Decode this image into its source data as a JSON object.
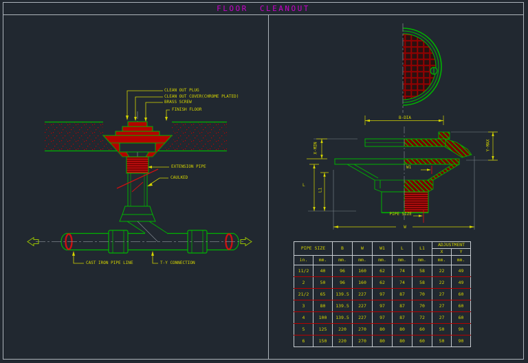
{
  "title": "FLOOR  CLEANOUT",
  "colors": {
    "background": "#212830",
    "line_green": "#00b400",
    "hatch_red": "#c00000",
    "annotation_yellow": "#d6d600",
    "title_magenta": "#cc00cc",
    "border_gray": "#c8cdd2",
    "centerline_gray": "#7d858c"
  },
  "section_view": {
    "callouts": {
      "clean_out_plug": "CLEAN OUT PLUG",
      "clean_out_cover": "CLEAN OUT COVER(CHROME PLATED)",
      "brass_screw": "BRASS SCREW",
      "finish_floor": "FINISH FLOOR",
      "extension_pipe": "EXTENSION PIPE",
      "caulked": "CAULKED",
      "cast_iron_pipe_line": "CAST IRON PIPE LINE",
      "t_y_connection": "T-Y CONNECTION"
    }
  },
  "detail_view": {
    "dimensions": {
      "b_dia": "B-DIA",
      "y_max": "Y-MAX",
      "x_min": "X-MIN",
      "l": "L",
      "l1": "L1",
      "w1": "W1",
      "pipe_size": "PIPE SIZE",
      "w": "W"
    }
  },
  "table": {
    "header": {
      "pipe_size": "PIPE SIZE",
      "b": "B",
      "w": "W",
      "w1": "W1",
      "l": "L",
      "l1": "L1",
      "adjustment": "ADJUSTMENT",
      "x": "X",
      "y": "Y"
    },
    "units": [
      "in.",
      "mm.",
      "mm.",
      "mm.",
      "mm.",
      "mm.",
      "mm.",
      "mm.",
      "mm."
    ],
    "rows": [
      [
        "11/2",
        "40",
        "96",
        "160",
        "62",
        "74",
        "58",
        "22",
        "49"
      ],
      [
        "2",
        "50",
        "96",
        "160",
        "62",
        "74",
        "58",
        "22",
        "49"
      ],
      [
        "21/2",
        "65",
        "139.5",
        "227",
        "97",
        "87",
        "70",
        "27",
        "60"
      ],
      [
        "3",
        "80",
        "139.5",
        "227",
        "97",
        "87",
        "70",
        "27",
        "60"
      ],
      [
        "4",
        "100",
        "139.5",
        "227",
        "97",
        "87",
        "72",
        "27",
        "60"
      ],
      [
        "5",
        "125",
        "220",
        "270",
        "80",
        "80",
        "60",
        "50",
        "90"
      ],
      [
        "6",
        "150",
        "220",
        "270",
        "80",
        "80",
        "60",
        "50",
        "90"
      ]
    ]
  }
}
